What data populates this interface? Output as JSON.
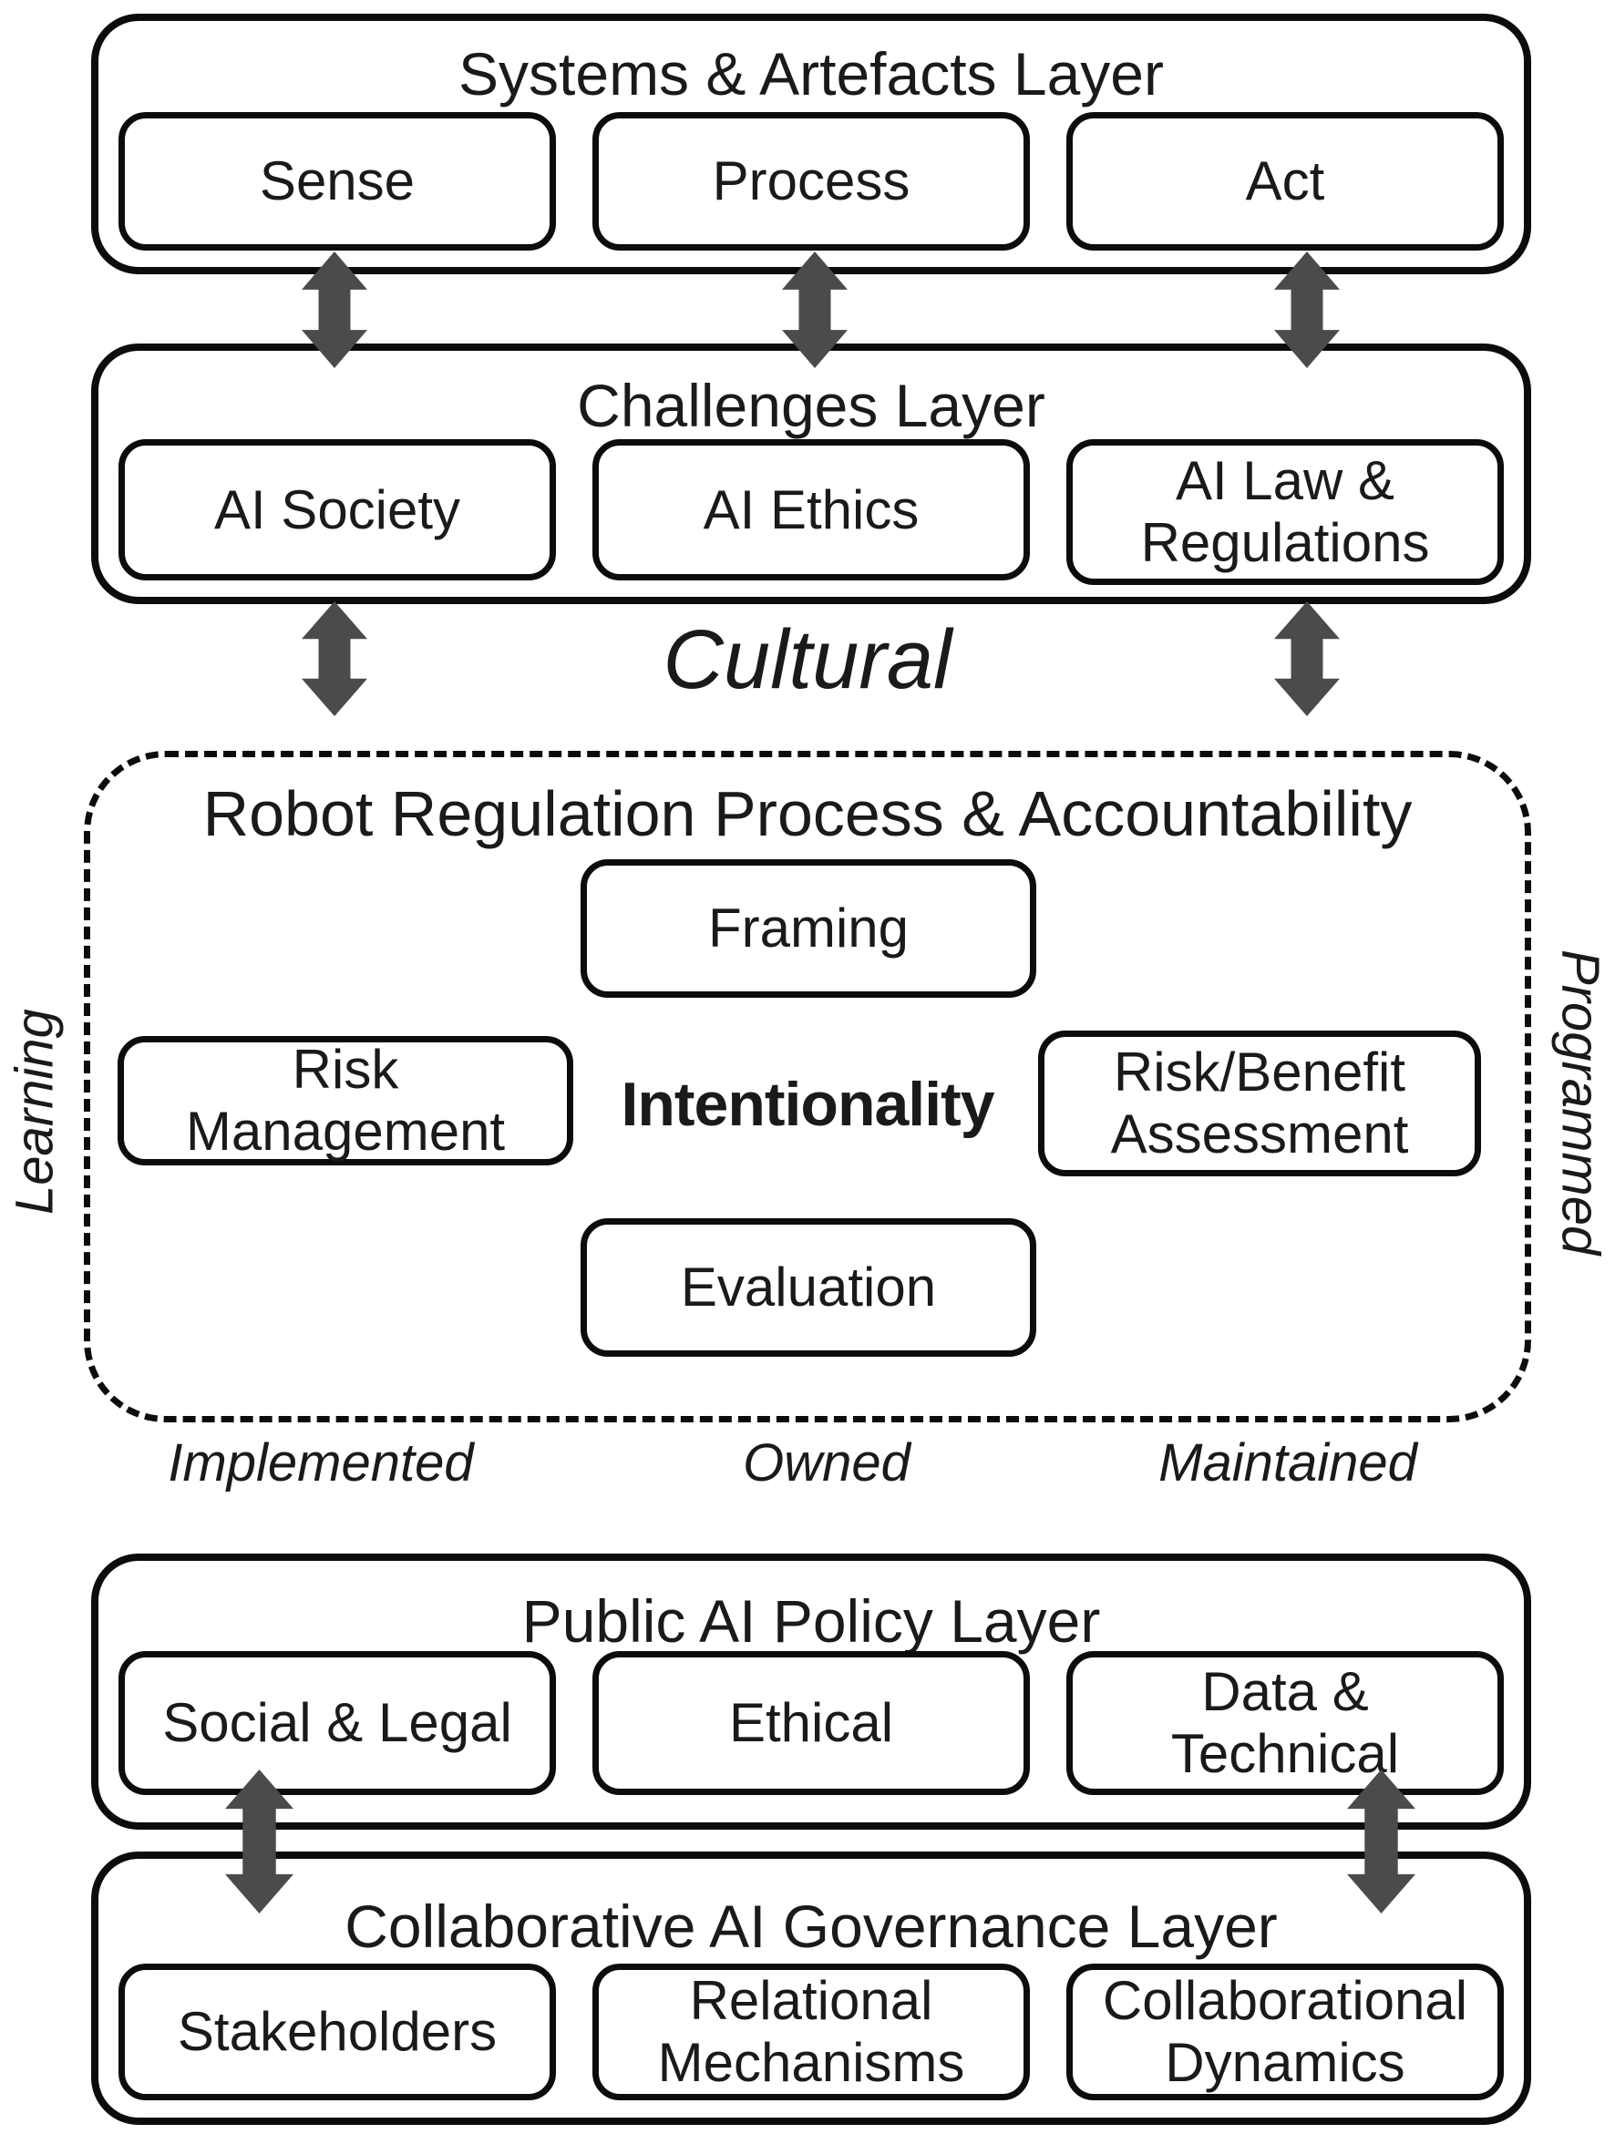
{
  "diagram": {
    "layer_systems": {
      "title": "Systems & Artefacts Layer",
      "boxes": [
        "Sense",
        "Process",
        "Act"
      ]
    },
    "layer_challenges": {
      "title": "Challenges Layer",
      "boxes": [
        "AI Society",
        "AI Ethics",
        "AI Law & Regulations"
      ]
    },
    "cultural_label": "Cultural",
    "regulation": {
      "title": "Robot Regulation Process & Accountability",
      "top_box": "Framing",
      "left_box": "Risk Management",
      "center_label": "Intentionality",
      "right_box": "Risk/Benefit Assessment",
      "bottom_box": "Evaluation",
      "left_side_label": "Learning",
      "right_side_label": "Programmed",
      "footer_labels": [
        "Implemented",
        "Owned",
        "Maintained"
      ]
    },
    "layer_policy": {
      "title": "Public AI Policy Layer",
      "boxes": [
        "Social & Legal",
        "Ethical",
        "Data & Technical"
      ]
    },
    "layer_governance": {
      "title": "Collaborative AI Governance Layer",
      "boxes": [
        "Stakeholders",
        "Relational Mechanisms",
        "Collaborational Dynamics"
      ]
    }
  },
  "colors": {
    "arrow": "#4b4b4b",
    "border": "#0c0c0c",
    "text": "#1a1a1a",
    "background": "#ffffff"
  }
}
